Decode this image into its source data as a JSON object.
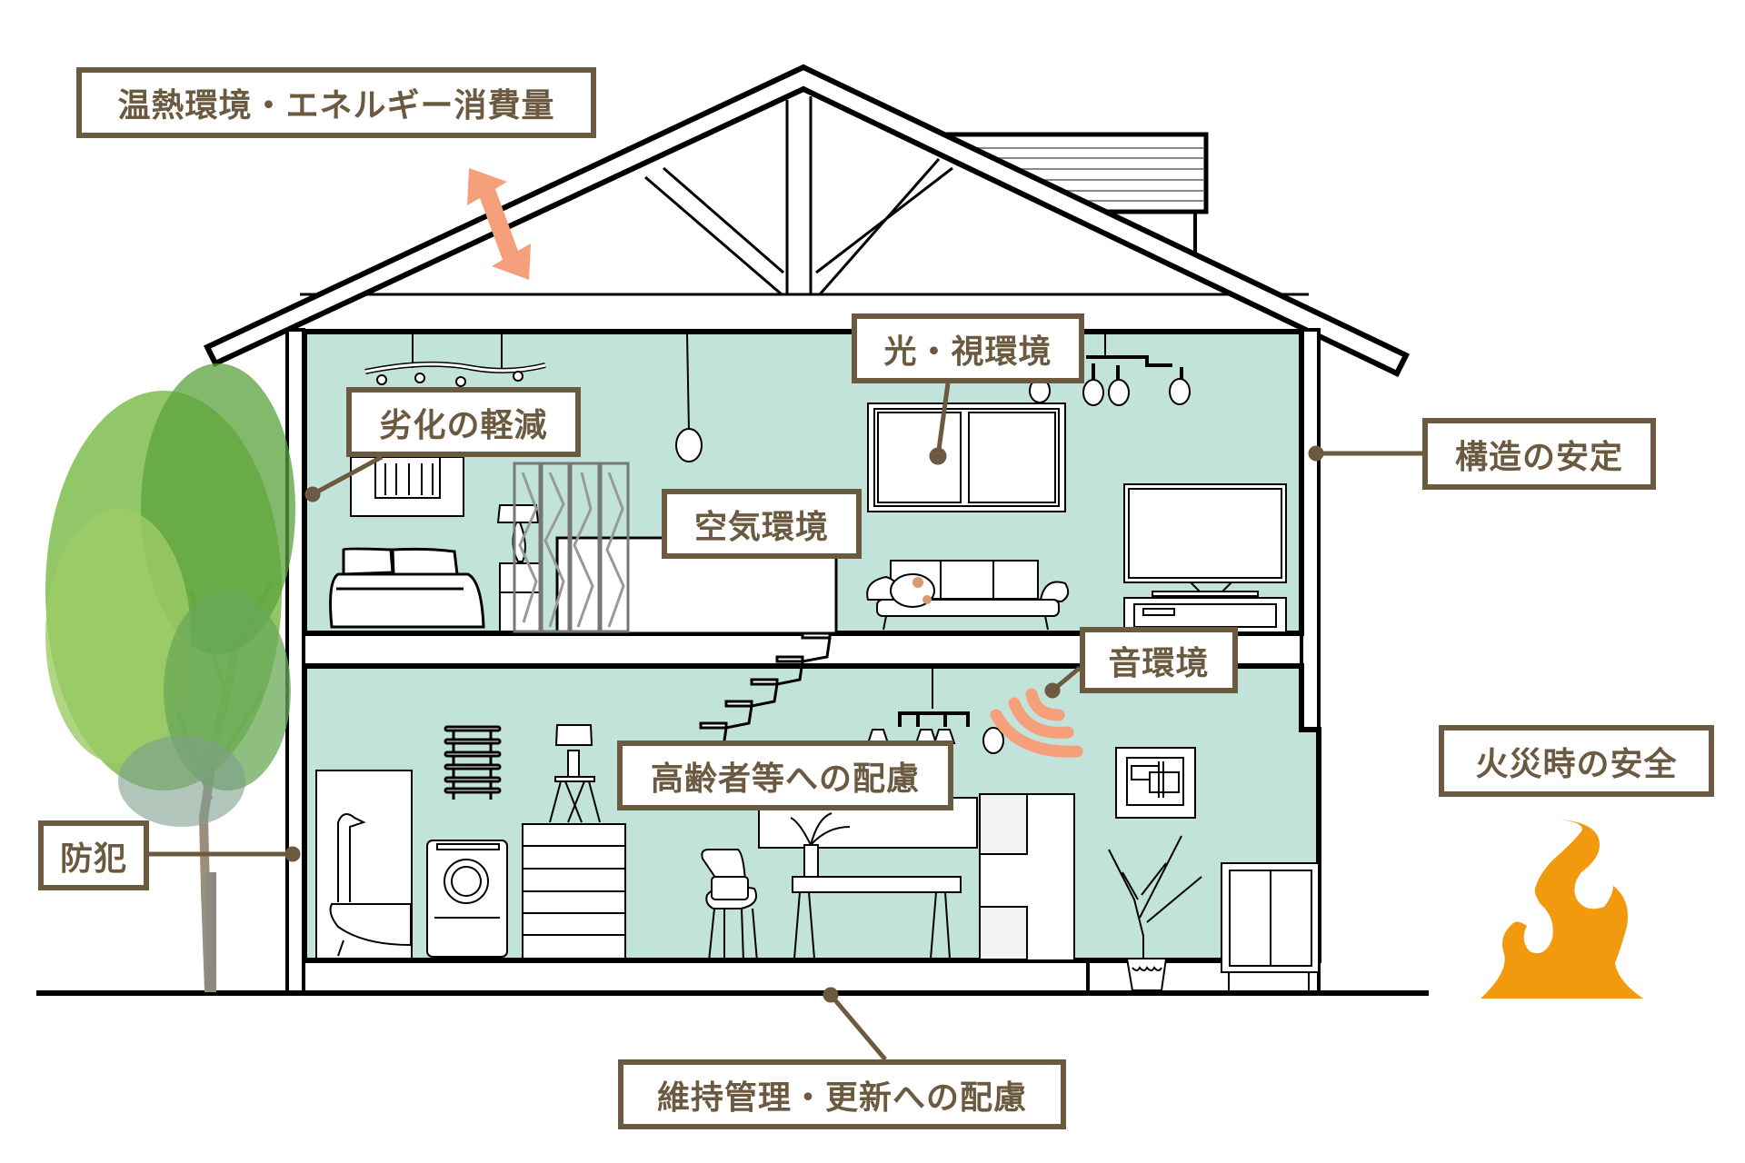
{
  "title": "住宅性能表示制度の10分野",
  "colors": {
    "label_border": "#6b5a40",
    "label_text": "#6b5a40",
    "room_fill": "#c2e3da",
    "heat_arrow": "#f5a07a",
    "sound_waves": "#f5a07a",
    "flame": "#f29a0e",
    "line": "#000000"
  },
  "labels": {
    "thermal": "温熱環境・エネルギー消費量",
    "deterioration": "劣化の軽減",
    "light": "光・視環境",
    "structure": "構造の安定",
    "air": "空気環境",
    "sound": "音環境",
    "fire": "火災時の安全",
    "elderly": "高齢者等への配慮",
    "crime": "防犯",
    "maintenance": "維持管理・更新への配慮"
  },
  "icons": {
    "heat_arrow": "double-arrow-icon",
    "sound": "sound-wave-icon",
    "fire": "flame-icon",
    "tree": "tree-icon"
  }
}
